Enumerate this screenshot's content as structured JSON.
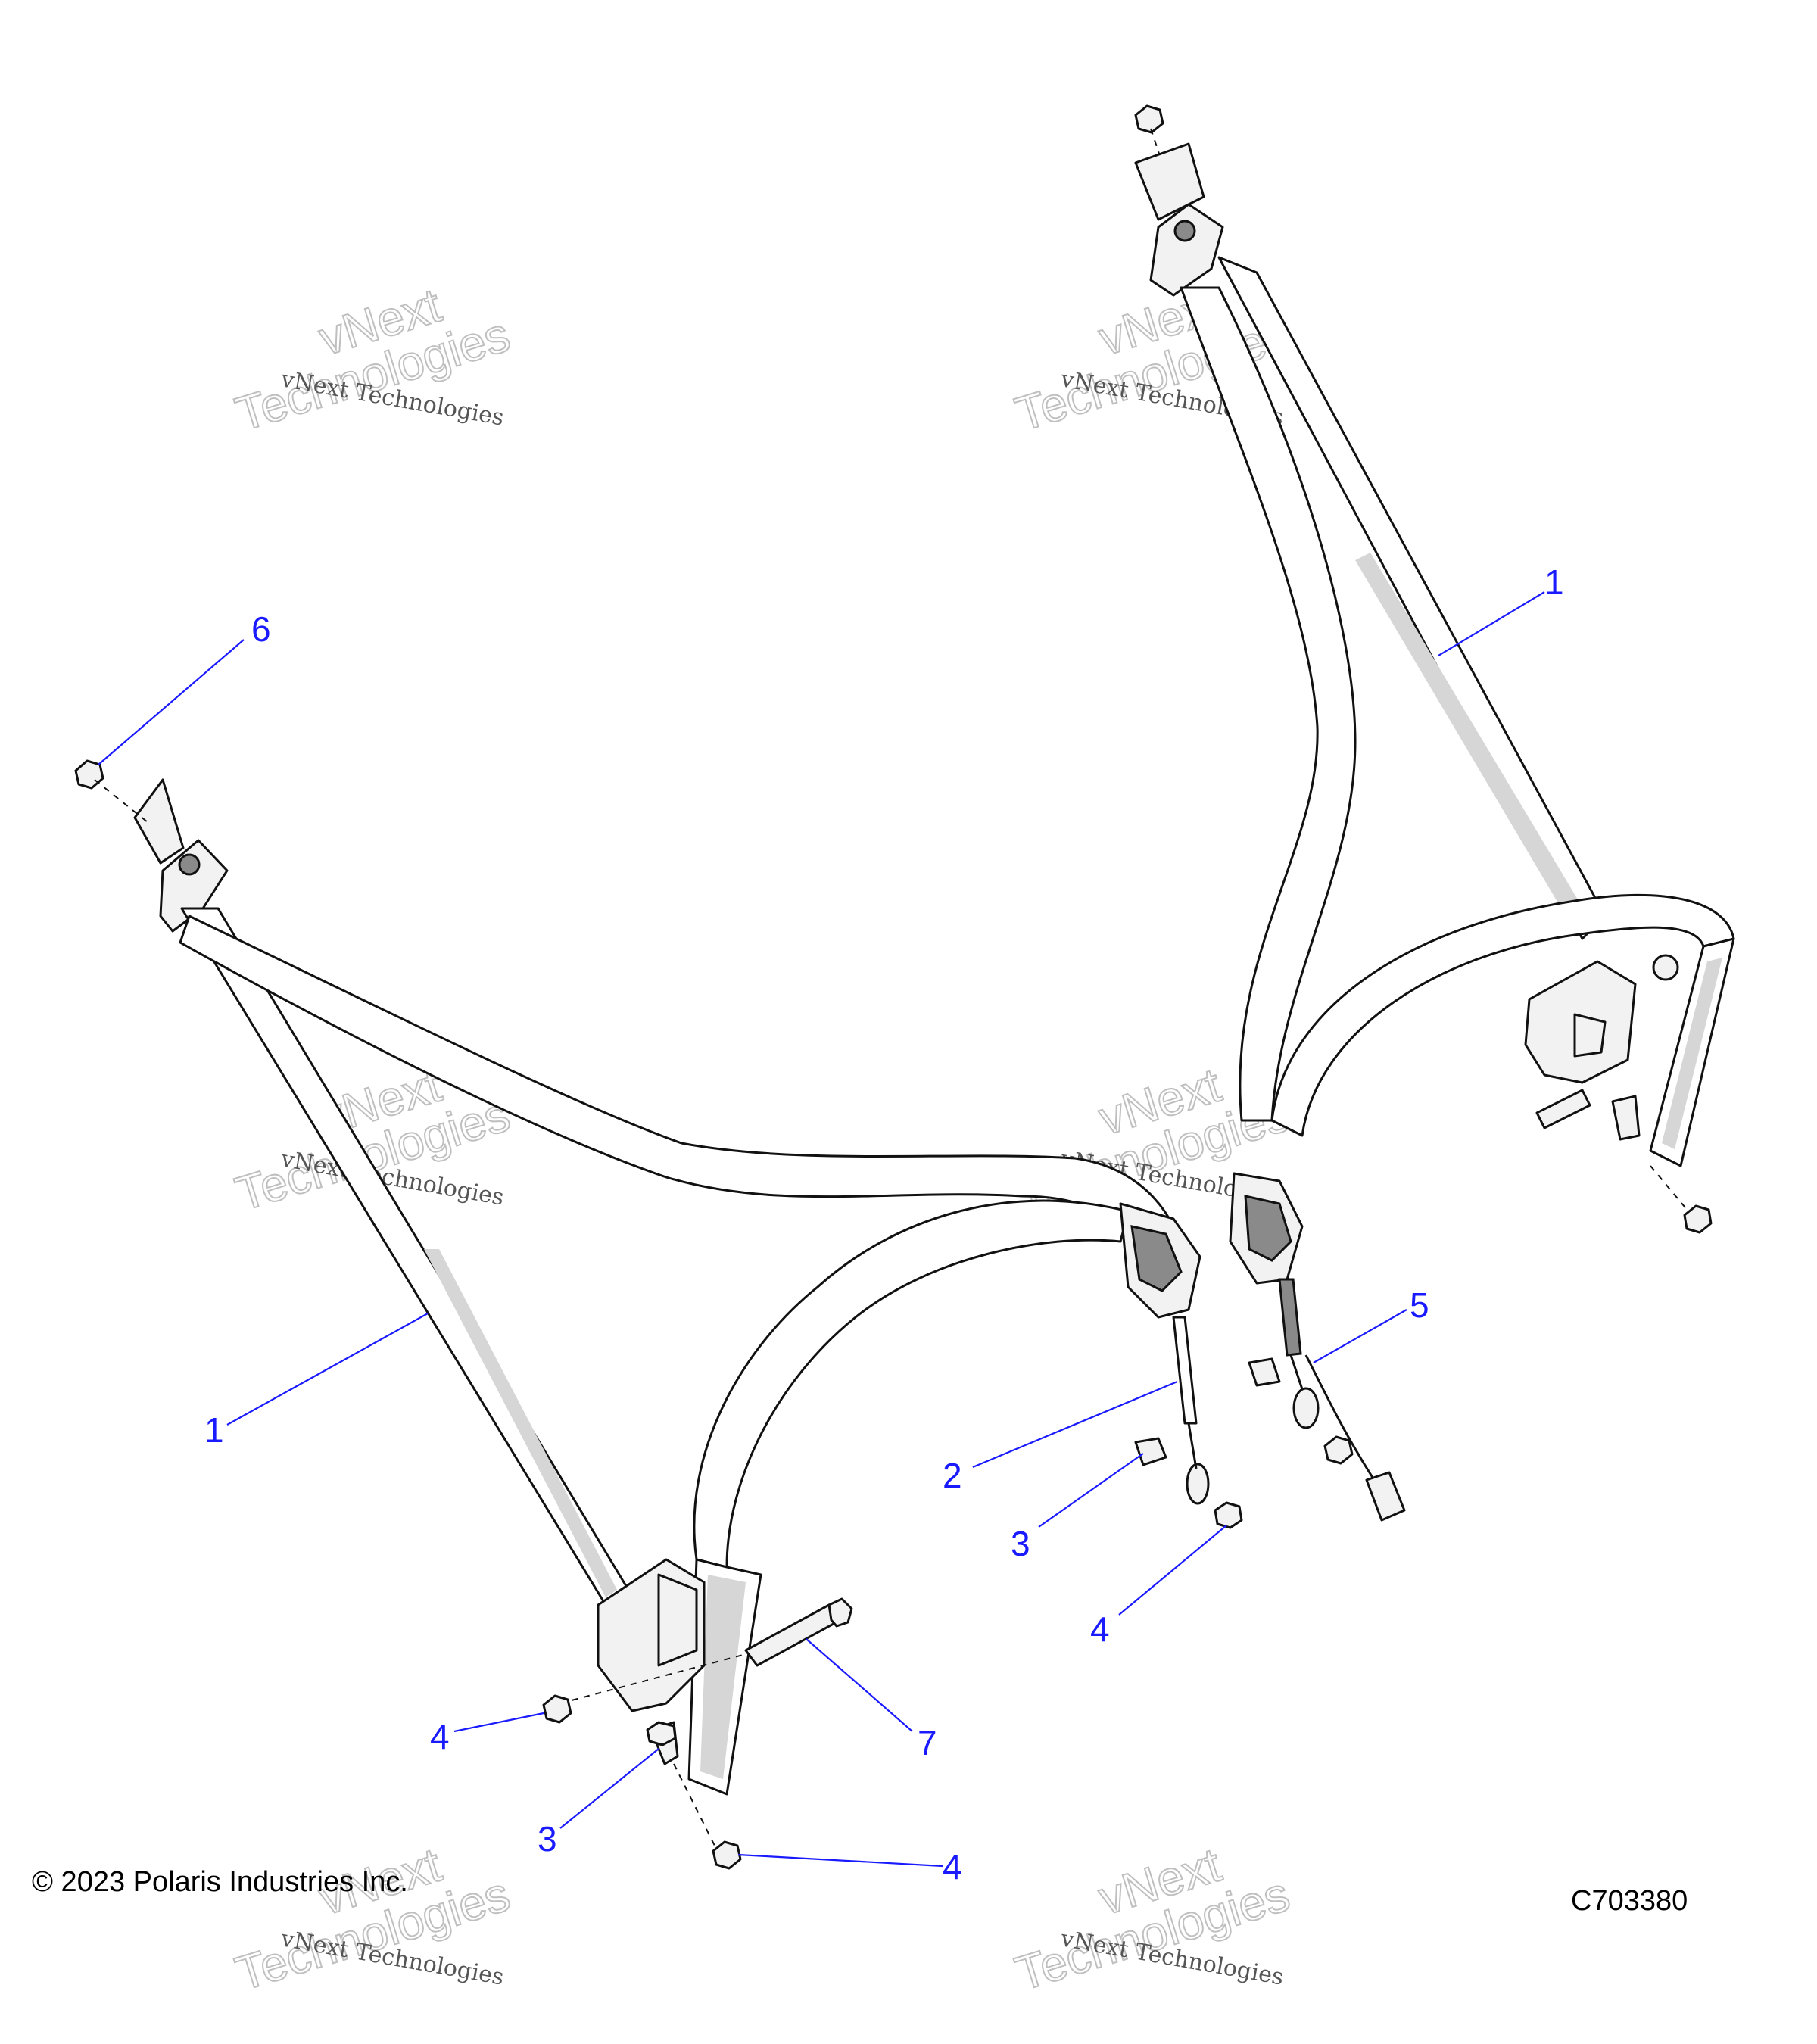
{
  "copyright": "© 2023 Polaris Industries Inc.",
  "figure_id": "C703380",
  "watermark": {
    "small": "vNext Technologies",
    "big_top": "vNext",
    "big_bottom": "Technologies"
  },
  "callouts": [
    {
      "id": "c1a",
      "label": "1"
    },
    {
      "id": "c1b",
      "label": "1"
    },
    {
      "id": "c2",
      "label": "2"
    },
    {
      "id": "c3a",
      "label": "3"
    },
    {
      "id": "c3b",
      "label": "3"
    },
    {
      "id": "c4a",
      "label": "4"
    },
    {
      "id": "c4b",
      "label": "4"
    },
    {
      "id": "c4c",
      "label": "4"
    },
    {
      "id": "c5",
      "label": "5"
    },
    {
      "id": "c6",
      "label": "6"
    },
    {
      "id": "c7",
      "label": "7"
    }
  ],
  "colors": {
    "callout": "#1a1aff",
    "line": "#111111",
    "shading": "#d6d6d6"
  }
}
